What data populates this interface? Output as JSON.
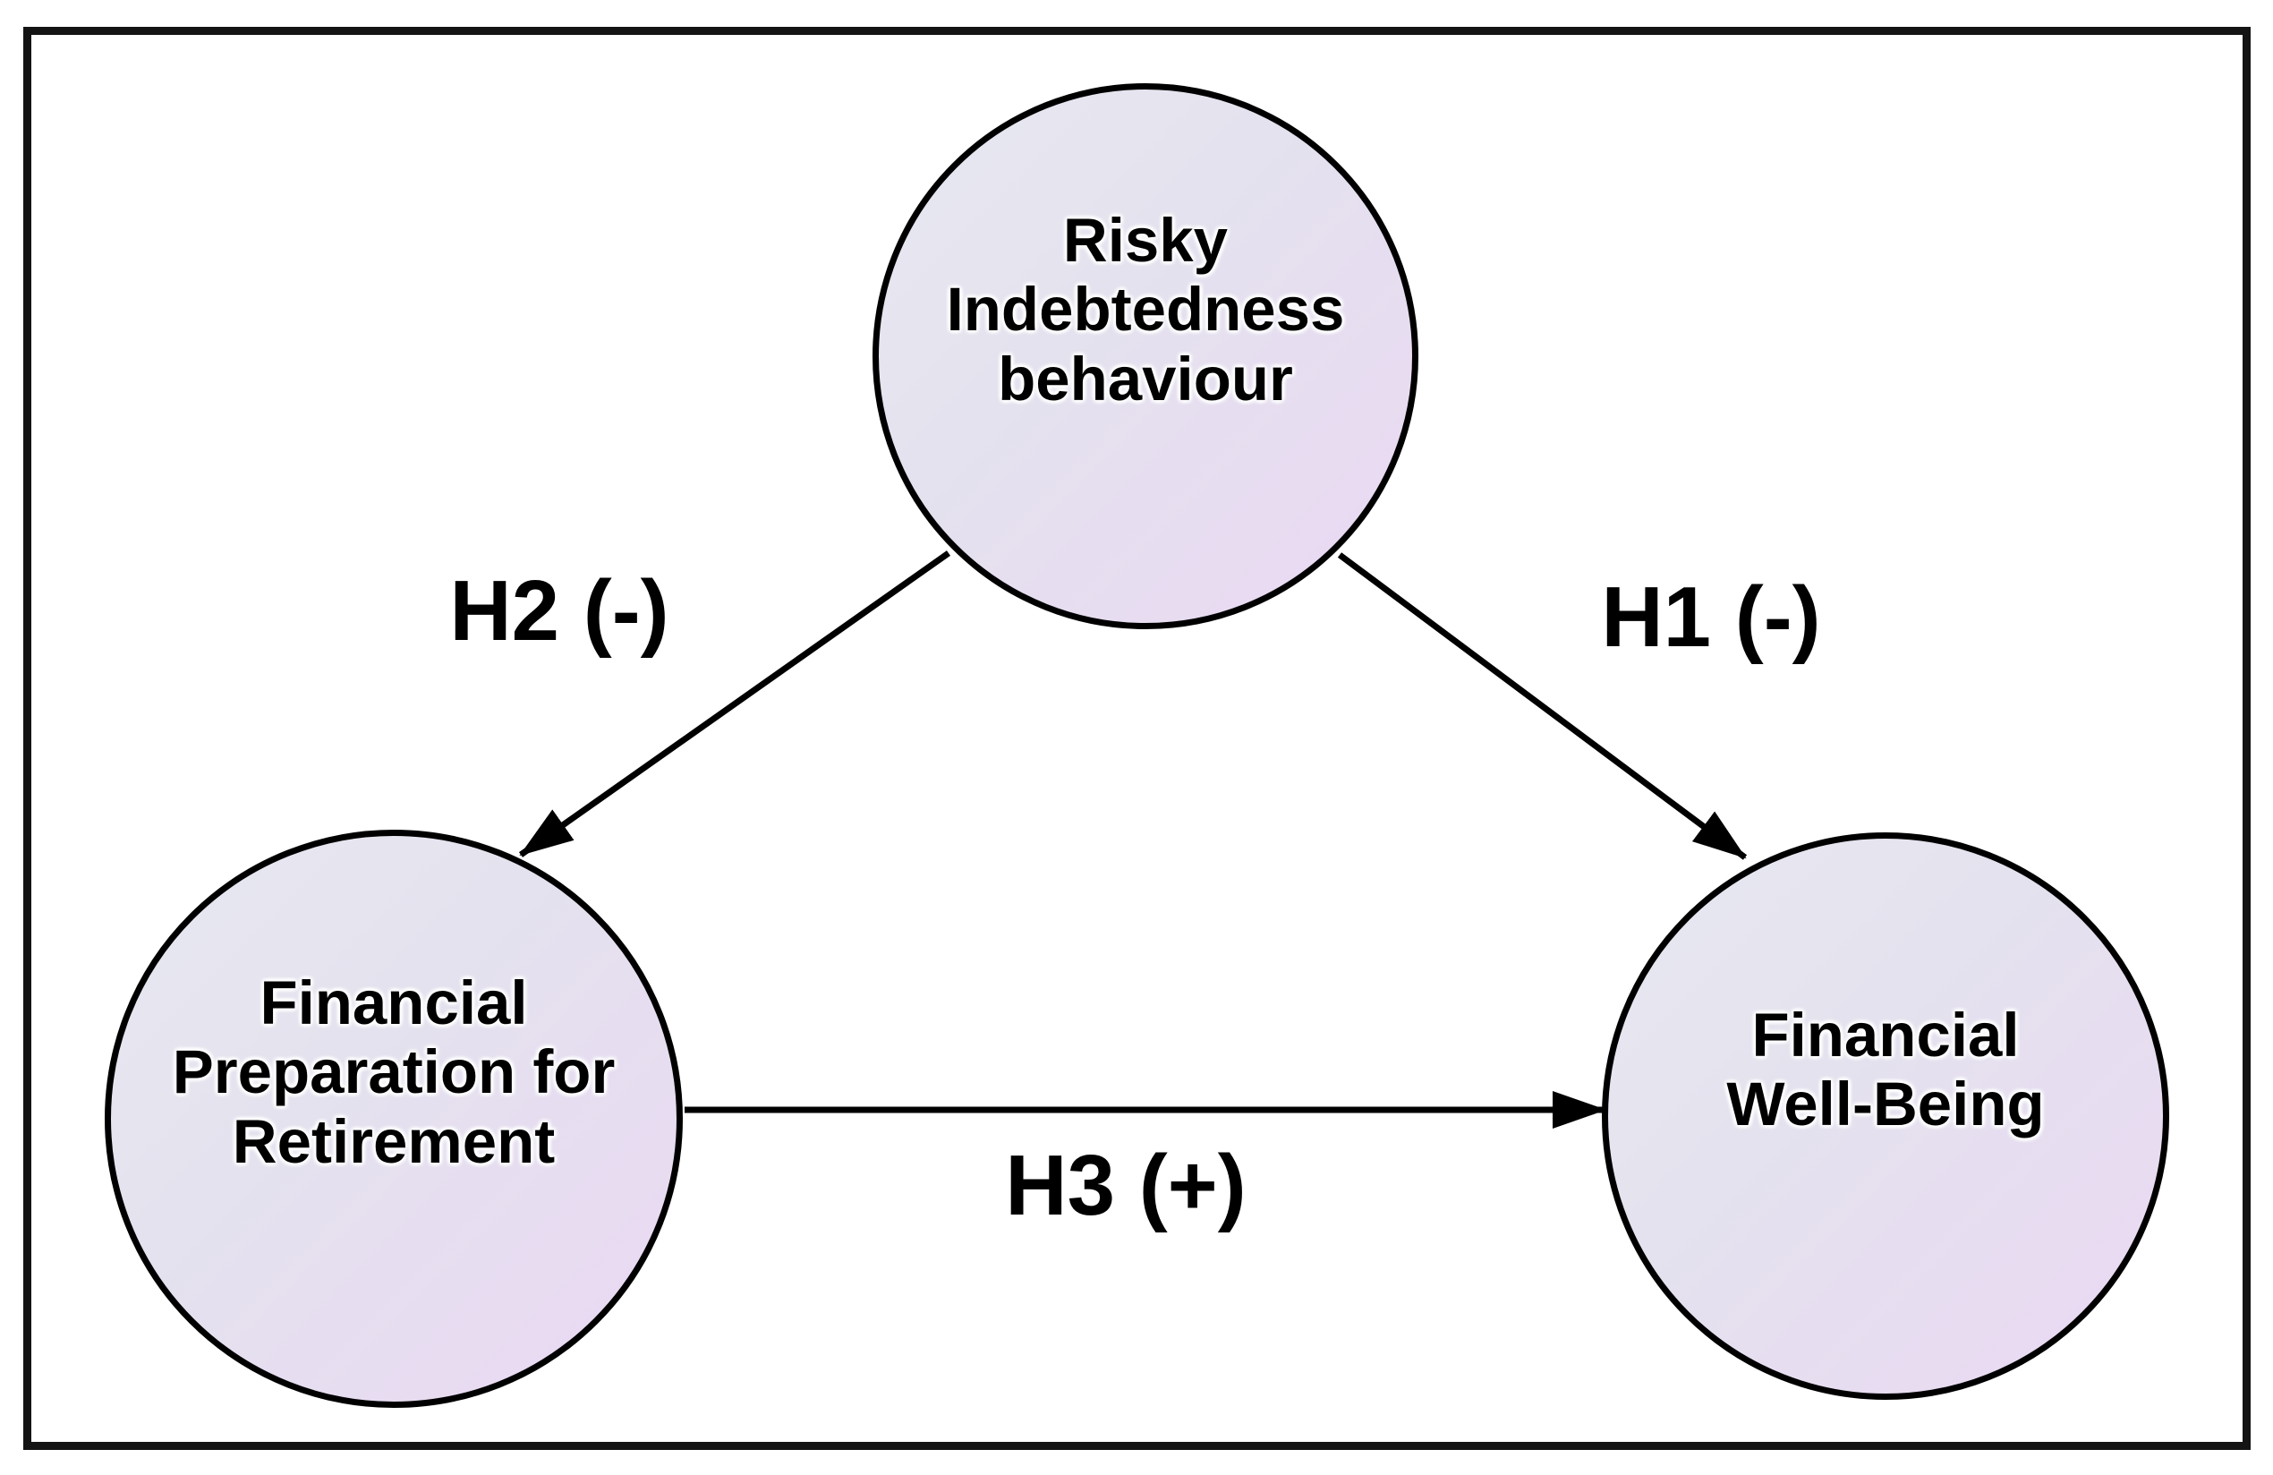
{
  "diagram": {
    "type": "conceptual-model",
    "nodes": [
      {
        "id": "risky-indebtedness-behaviour",
        "lines": [
          "Risky",
          "Indebtedness",
          "behaviour"
        ]
      },
      {
        "id": "financial-preparation-for-retirement",
        "lines": [
          "Financial",
          "Preparation for",
          "Retirement"
        ]
      },
      {
        "id": "financial-well-being",
        "lines": [
          "Financial",
          "Well-Being"
        ]
      }
    ],
    "edges": [
      {
        "id": "h1",
        "label": "H1 (-)",
        "from": "risky-indebtedness-behaviour",
        "to": "financial-well-being",
        "sign": "negative"
      },
      {
        "id": "h2",
        "label": "H2 (-)",
        "from": "risky-indebtedness-behaviour",
        "to": "financial-preparation-for-retirement",
        "sign": "negative"
      },
      {
        "id": "h3",
        "label": "H3 (+)",
        "from": "financial-preparation-for-retirement",
        "to": "financial-well-being",
        "sign": "positive"
      }
    ],
    "colors": {
      "background": "#ffffff",
      "frame_border": "#141414",
      "node_border": "#000000",
      "node_gradient_start": "#e7e8f1",
      "node_gradient_end": "#ead8f3",
      "arrow": "#000000",
      "text": "#000000"
    }
  }
}
